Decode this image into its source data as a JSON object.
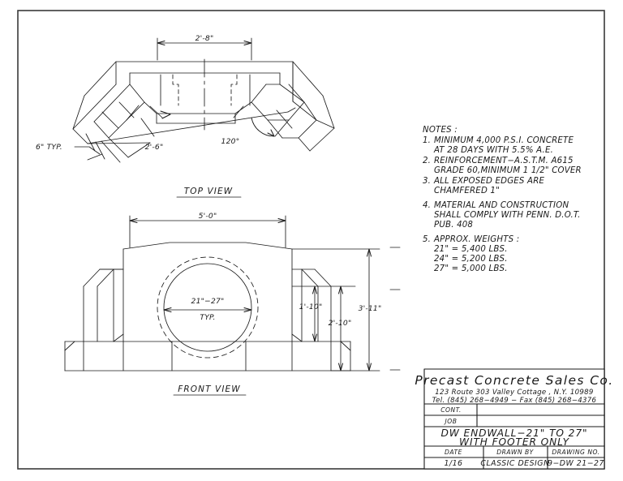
{
  "sheet": {
    "border_color": "#2b2b2b",
    "line_color": "#1a1a1a",
    "background": "#ffffff"
  },
  "views": {
    "top": {
      "label": "TOP VIEW",
      "dimensions": {
        "throat_width": "2'-8\"",
        "wing_length": "2'-6\"",
        "flare_angle": "120°",
        "wall_thickness": "6\" TYP."
      }
    },
    "front": {
      "label": "FRONT VIEW",
      "dimensions": {
        "overall_width": "5'-0\"",
        "pipe_size": "21\"−27\"",
        "pipe_note": "TYP.",
        "invert_height": "1'-10\"",
        "mid_height": "2'-10\"",
        "overall_height": "3'-11\""
      }
    }
  },
  "notes": {
    "heading": "NOTES :",
    "items": [
      {
        "num": "1.",
        "lines": [
          "MINIMUM 4,000 P.S.I. CONCRETE",
          "AT 28 DAYS WITH 5.5% A.E."
        ]
      },
      {
        "num": "2.",
        "lines": [
          "REINFORCEMENT−A.S.T.M. A615",
          "GRADE 60,MINIMUM 1 1/2\" COVER"
        ]
      },
      {
        "num": "3.",
        "lines": [
          "ALL EXPOSED EDGES ARE",
          "CHAMFERED 1\""
        ]
      },
      {
        "num": "4.",
        "lines": [
          "MATERIAL AND CONSTRUCTION",
          "SHALL COMPLY WITH PENN. D.O.T.",
          "PUB. 408"
        ]
      },
      {
        "num": "5.",
        "lines": [
          "APPROX. WEIGHTS :",
          "21\" = 5,400 LBS.",
          "24\" = 5,200 LBS.",
          "27\" = 5,000 LBS."
        ]
      }
    ]
  },
  "title_block": {
    "company": "Precast Concrete Sales Co.",
    "address": "123 Route 303 Valley Cottage , N.Y. 10989",
    "contact": "Tel. (845) 268−4949 − Fax (845) 268−4376",
    "cont_label": "CONT.",
    "cont_value": "",
    "job_label": "JOB",
    "job_value": "",
    "drawing_title_line1": "DW ENDWALL−21\" TO 27\"",
    "drawing_title_line2": "WITH FOOTER ONLY",
    "date_label": "DATE",
    "drawn_by_label": "DRAWN BY",
    "drawing_no_label": "DRAWING   NO.",
    "date_value": "1/16",
    "drawn_by_value": "CLASSIC DESIGN",
    "drawing_no_value": "9−DW 21−27"
  }
}
